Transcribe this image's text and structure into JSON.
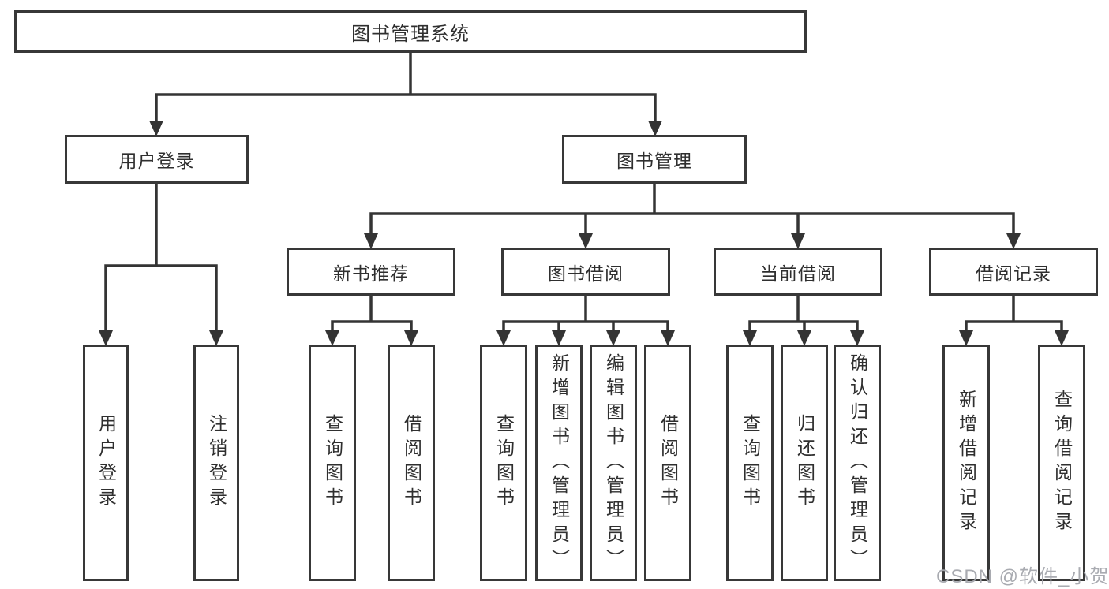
{
  "nodes": {
    "root": "图书管理系统",
    "user_login": "用户登录",
    "book_mgmt": "图书管理",
    "new_books": "新书推荐",
    "book_borrow": "图书借阅",
    "current_borrow": "当前借阅",
    "borrow_records": "借阅记录",
    "ul_user_login": "用户登录",
    "ul_logout": "注销登录",
    "nb_query_book": "查询图书",
    "nb_borrow_book": "借阅图书",
    "bb_query_book": "查询图书",
    "bb_add_book": "新增图书（管理员）",
    "bb_edit_book": "编辑图书（管理员）",
    "bb_borrow_book": "借阅图书",
    "cb_query_book": "查询图书",
    "cb_return_book": "归还图书",
    "cb_confirm_return": "确认归还（管理员）",
    "br_add_record": "新增借阅记录",
    "br_query_record": "查询借阅记录"
  },
  "watermark": "CSDN @软件_小贺同学",
  "colors": {
    "line": "#343434",
    "box_border": "#383838",
    "box_bg": "#ffffff",
    "text": "#2f2f2f",
    "watermark": "#a4a7ad"
  }
}
